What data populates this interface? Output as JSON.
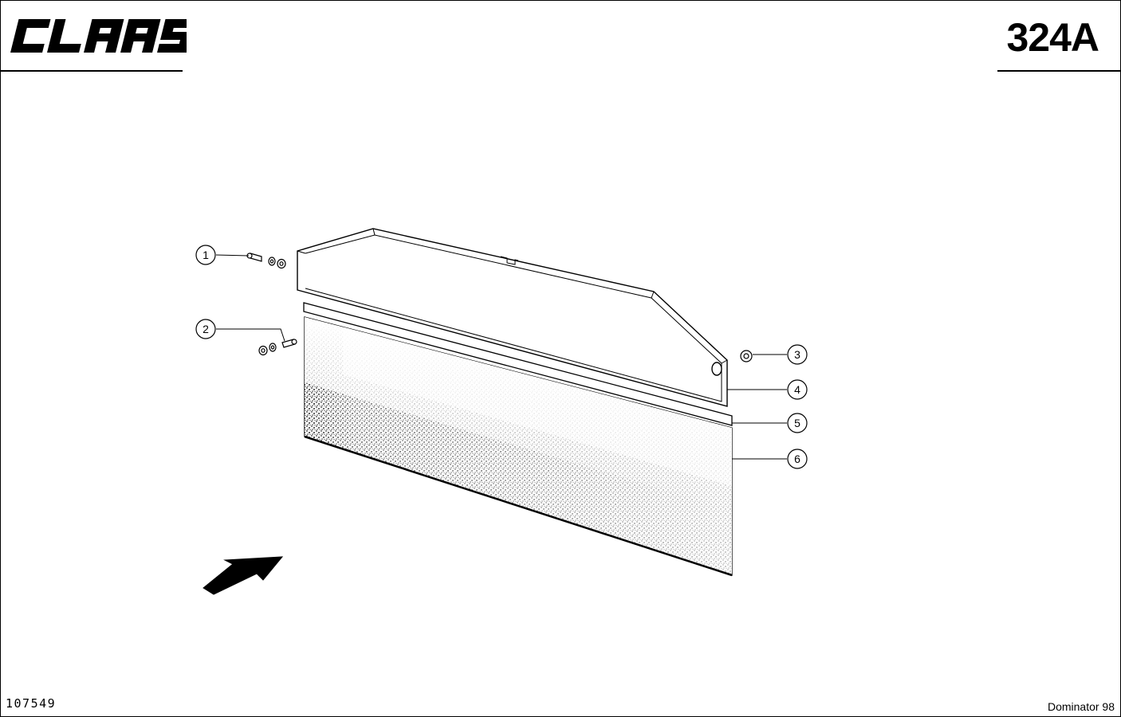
{
  "header": {
    "brand": "CLAAS",
    "page_number": "324A"
  },
  "footer": {
    "drawing_number": "107549",
    "model": "Dominator 98"
  },
  "callouts": [
    {
      "label": "1"
    },
    {
      "label": "2"
    },
    {
      "label": "3"
    },
    {
      "label": "4"
    },
    {
      "label": "5"
    },
    {
      "label": "6"
    }
  ]
}
